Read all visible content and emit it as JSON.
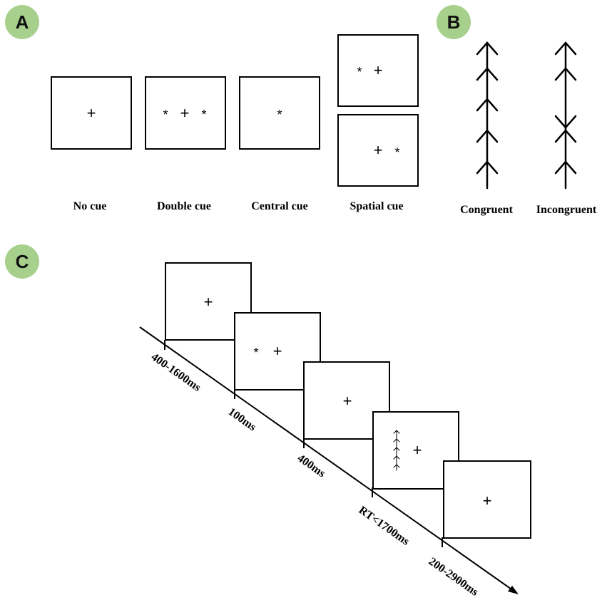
{
  "panels": {
    "a": {
      "badge": "A",
      "cue_labels": [
        "No cue",
        "Double cue",
        "Central cue",
        "Spatial cue"
      ],
      "fixation": "+",
      "cue_marker": "*"
    },
    "b": {
      "badge": "B",
      "flanker_labels": [
        "Congruent",
        "Incongruent"
      ],
      "arrow_icon": "up-arrow-icon"
    },
    "c": {
      "badge": "C",
      "fixation": "+",
      "cue_marker": "*",
      "durations": [
        "400-1600ms",
        "100ms",
        "400ms",
        "RT<1700ms",
        "200-2900ms"
      ]
    }
  },
  "colors": {
    "badge_fill": "#a8d08d",
    "stroke": "#000000"
  }
}
